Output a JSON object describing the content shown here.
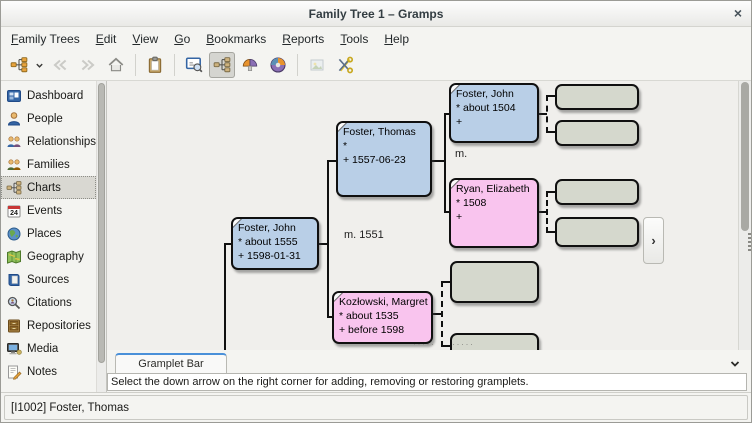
{
  "window": {
    "title": "Family Tree 1 – Gramps",
    "close": "×"
  },
  "menubar": {
    "items": [
      {
        "key": "F",
        "rest": "amily Trees"
      },
      {
        "key": "E",
        "rest": "dit"
      },
      {
        "key": "V",
        "rest": "iew"
      },
      {
        "key": "G",
        "rest": "o"
      },
      {
        "key": "B",
        "rest": "ookmarks"
      },
      {
        "key": "R",
        "rest": "eports"
      },
      {
        "key": "T",
        "rest": "ools"
      },
      {
        "key": "H",
        "rest": "elp"
      }
    ]
  },
  "toolbar": {
    "buttons": [
      {
        "icon": "pedigree-dropdown-icon",
        "state": "enabled"
      },
      {
        "icon": "back-icon",
        "state": "disabled"
      },
      {
        "icon": "forward-icon",
        "state": "disabled"
      },
      {
        "icon": "home-icon",
        "state": "enabled"
      },
      {
        "icon": "clipboard-icon",
        "state": "enabled"
      },
      {
        "icon": "pedigree-preview-icon",
        "state": "enabled"
      },
      {
        "icon": "pedigree-view-icon",
        "state": "active"
      },
      {
        "icon": "fan-chart-icon",
        "state": "enabled"
      },
      {
        "icon": "full-fan-chart-icon",
        "state": "enabled"
      },
      {
        "icon": "screenshot-icon",
        "state": "disabled"
      },
      {
        "icon": "scissors-icon",
        "state": "enabled"
      }
    ]
  },
  "sidebar": {
    "items": [
      {
        "label": "Dashboard",
        "icon": "dashboard-icon",
        "selected": false
      },
      {
        "label": "People",
        "icon": "person-icon",
        "selected": false
      },
      {
        "label": "Relationships",
        "icon": "relationships-icon",
        "selected": false
      },
      {
        "label": "Families",
        "icon": "families-icon",
        "selected": false
      },
      {
        "label": "Charts",
        "icon": "charts-icon",
        "selected": true
      },
      {
        "label": "Events",
        "icon": "events-icon",
        "selected": false
      },
      {
        "label": "Places",
        "icon": "places-icon",
        "selected": false
      },
      {
        "label": "Geography",
        "icon": "geography-icon",
        "selected": false
      },
      {
        "label": "Sources",
        "icon": "sources-icon",
        "selected": false
      },
      {
        "label": "Citations",
        "icon": "citations-icon",
        "selected": false
      },
      {
        "label": "Repositories",
        "icon": "repositories-icon",
        "selected": false
      },
      {
        "label": "Media",
        "icon": "media-icon",
        "selected": false
      },
      {
        "label": "Notes",
        "icon": "notes-icon",
        "selected": false
      }
    ]
  },
  "chart": {
    "persons": [
      {
        "name": "Foster, John",
        "birth": "* about 1555",
        "death": "+ 1598-01-31",
        "sex": "male"
      },
      {
        "name": "Foster, Thomas",
        "birth": "*",
        "death": "+ 1557-06-23",
        "sex": "male"
      },
      {
        "name": "Kozłowski, Margret",
        "birth": "* about 1535",
        "death": "+ before 1598",
        "sex": "female"
      },
      {
        "name": "Foster, John",
        "birth": "* about 1504",
        "death": "+",
        "sex": "male"
      },
      {
        "name": "Ryan, Elizabeth",
        "birth": "* 1508",
        "death": "+",
        "sex": "female"
      }
    ],
    "marriage_labels": [
      {
        "text": "m. 1551"
      },
      {
        "text": "m."
      }
    ],
    "expand_button": "›",
    "more_dots": "·····",
    "unknown_person_boxes": 6
  },
  "gramplet_bar": {
    "tab": "Gramplet Bar",
    "message": "Select the down arrow on the right corner for adding, removing or restoring gramplets."
  },
  "statusbar": {
    "text": "[I1002] Foster, Thomas"
  },
  "colors": {
    "male_box": "#b9cfe7",
    "female_box": "#f9c4ee",
    "unknown_box": "#d5d8cd",
    "chart_bg": "#f0efec",
    "selection_bg": "#d9d8d2",
    "tab_accent": "#4a90d9"
  }
}
